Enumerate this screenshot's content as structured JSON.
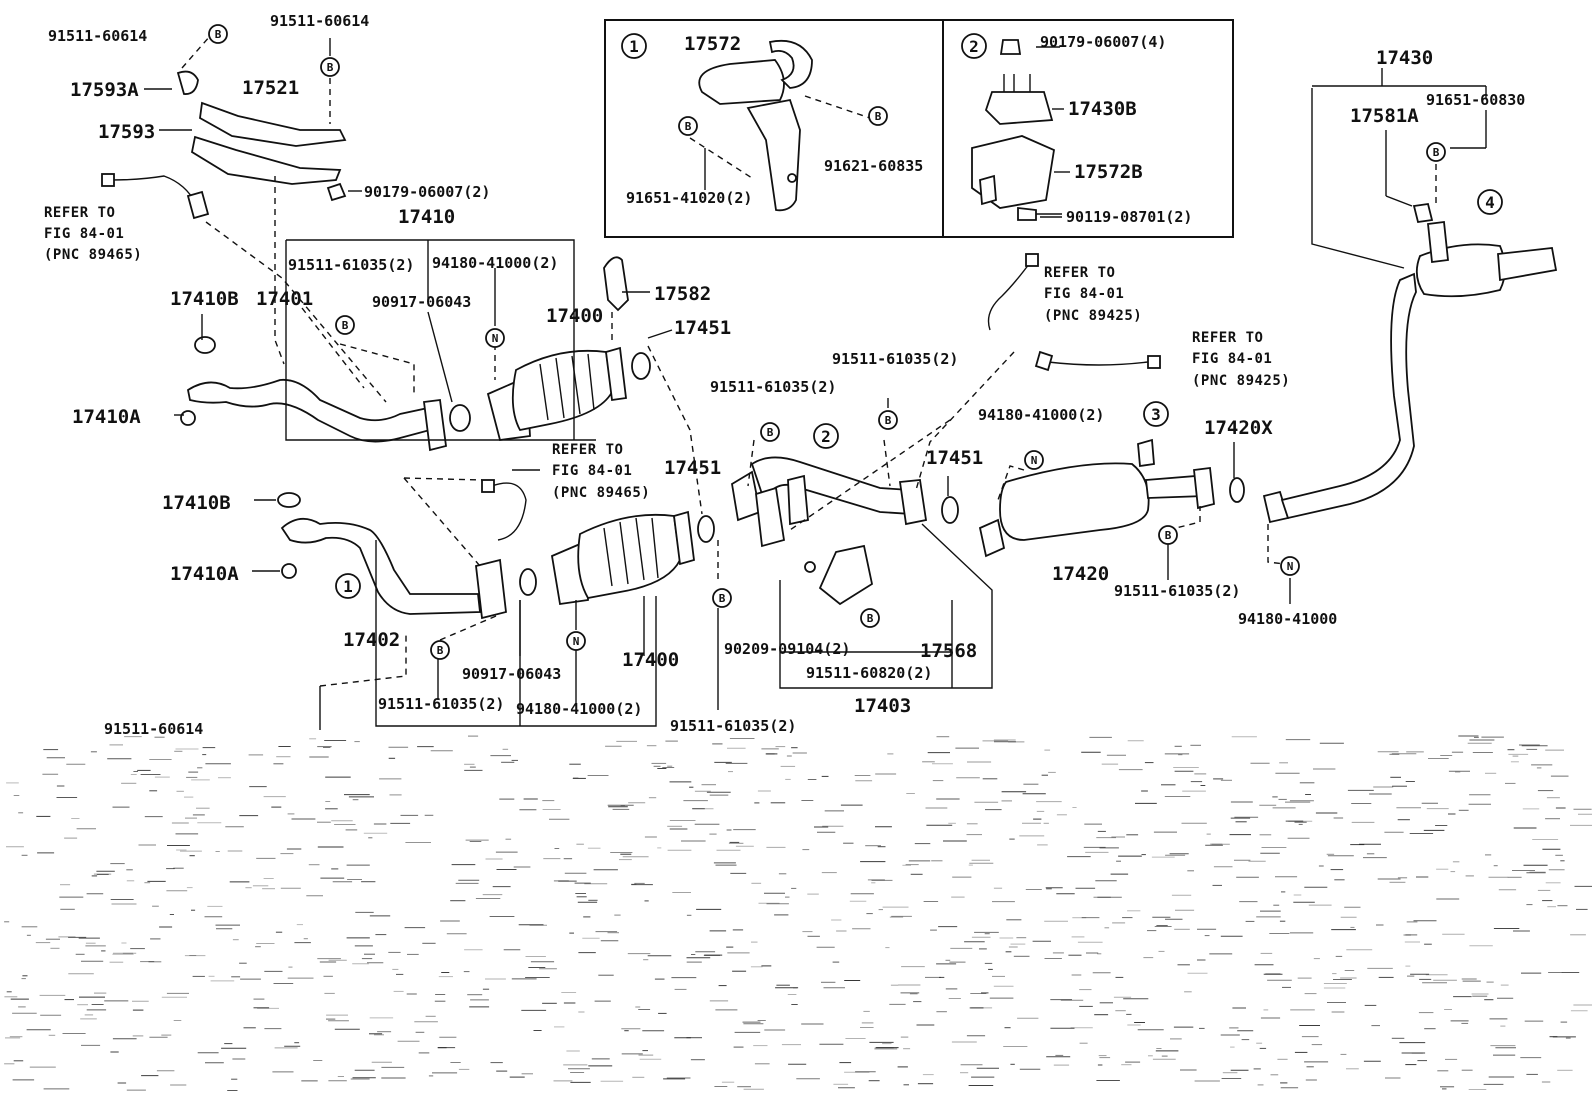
{
  "insets": {
    "one": {
      "num": "1",
      "labels": [
        "17572",
        "91651-41020(2)",
        "91621-60835"
      ]
    },
    "two": {
      "num": "2",
      "labels": [
        "90179-06007(4)",
        "17430B",
        "17572B",
        "90119-08701(2)"
      ]
    }
  },
  "badges": {
    "bolt": "B",
    "nut": "N"
  },
  "circle_refs": [
    "1",
    "2",
    "3",
    "4"
  ],
  "labels": {
    "l01": "91511-60614",
    "l02": "91511-60614",
    "l03": "17593A",
    "l04": "17521",
    "l05": "17593",
    "l06": "90179-06007(2)",
    "l07": "17410",
    "l08": "91511-61035(2)",
    "l09": "94180-41000(2)",
    "l10": "17410B",
    "l11": "17401",
    "l12": "90917-06043",
    "l13": "17400",
    "l14": "17582",
    "l15": "17451",
    "l16": "17410A",
    "l17": "17410B",
    "l18": "17410A",
    "l19": "17402",
    "l20": "91511-61035(2)",
    "l21": "90917-06043",
    "l22": "94180-41000(2)",
    "l23": "17400",
    "l24": "91511-60614",
    "l25": "91511-61035(2)",
    "l26": "17451",
    "l27": "91511-61035(2)",
    "l28": "91511-61035(2)",
    "l29": "17451",
    "l30": "94180-41000(2)",
    "l31": "17420X",
    "l32": "17420",
    "l33": "91511-61035(2)",
    "l34": "94180-41000",
    "l35": "90209-09104(2)",
    "l36": "17568",
    "l37": "91511-60820(2)",
    "l38": "17403",
    "l39": "17430",
    "l40": "17581A",
    "l41": "91651-60830"
  },
  "refer_notes": {
    "r1": [
      "REFER TO",
      "FIG 84-01",
      "(PNC 89465)"
    ],
    "r2": [
      "REFER TO",
      "FIG 84-01",
      "(PNC 89465)"
    ],
    "r3": [
      "REFER TO",
      "FIG 84-01",
      "(PNC 89425)"
    ],
    "r4": [
      "REFER TO",
      "FIG 84-01",
      "(PNC 89425)"
    ]
  }
}
